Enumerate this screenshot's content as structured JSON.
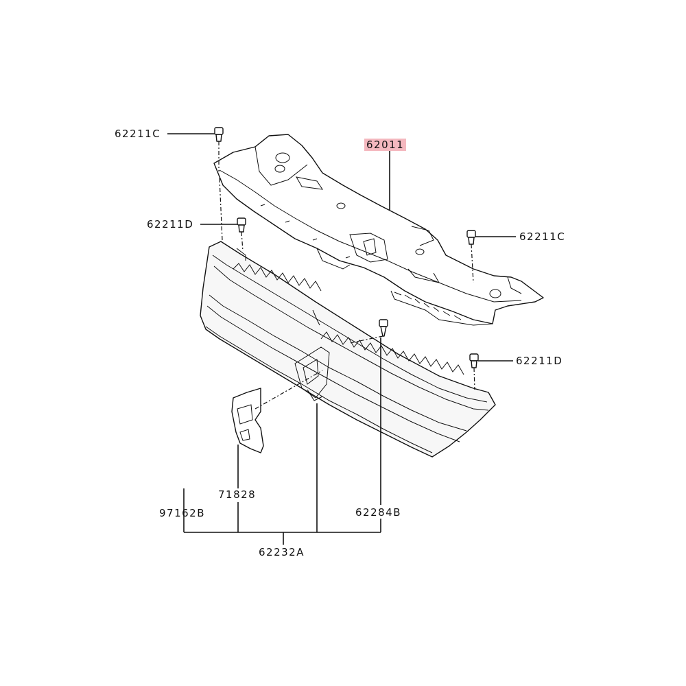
{
  "callouts": {
    "c62211c_top": "62211C",
    "c62011": "62011",
    "c62211d_left": "62211D",
    "c62211c_right": "62211C",
    "c62211d_right": "62211D",
    "c71828": "71828",
    "c97162b": "97162B",
    "c62284b": "62284B",
    "c62232a": "62232A"
  },
  "colors": {
    "highlight": "#f4b8bf",
    "line": "#111111"
  }
}
